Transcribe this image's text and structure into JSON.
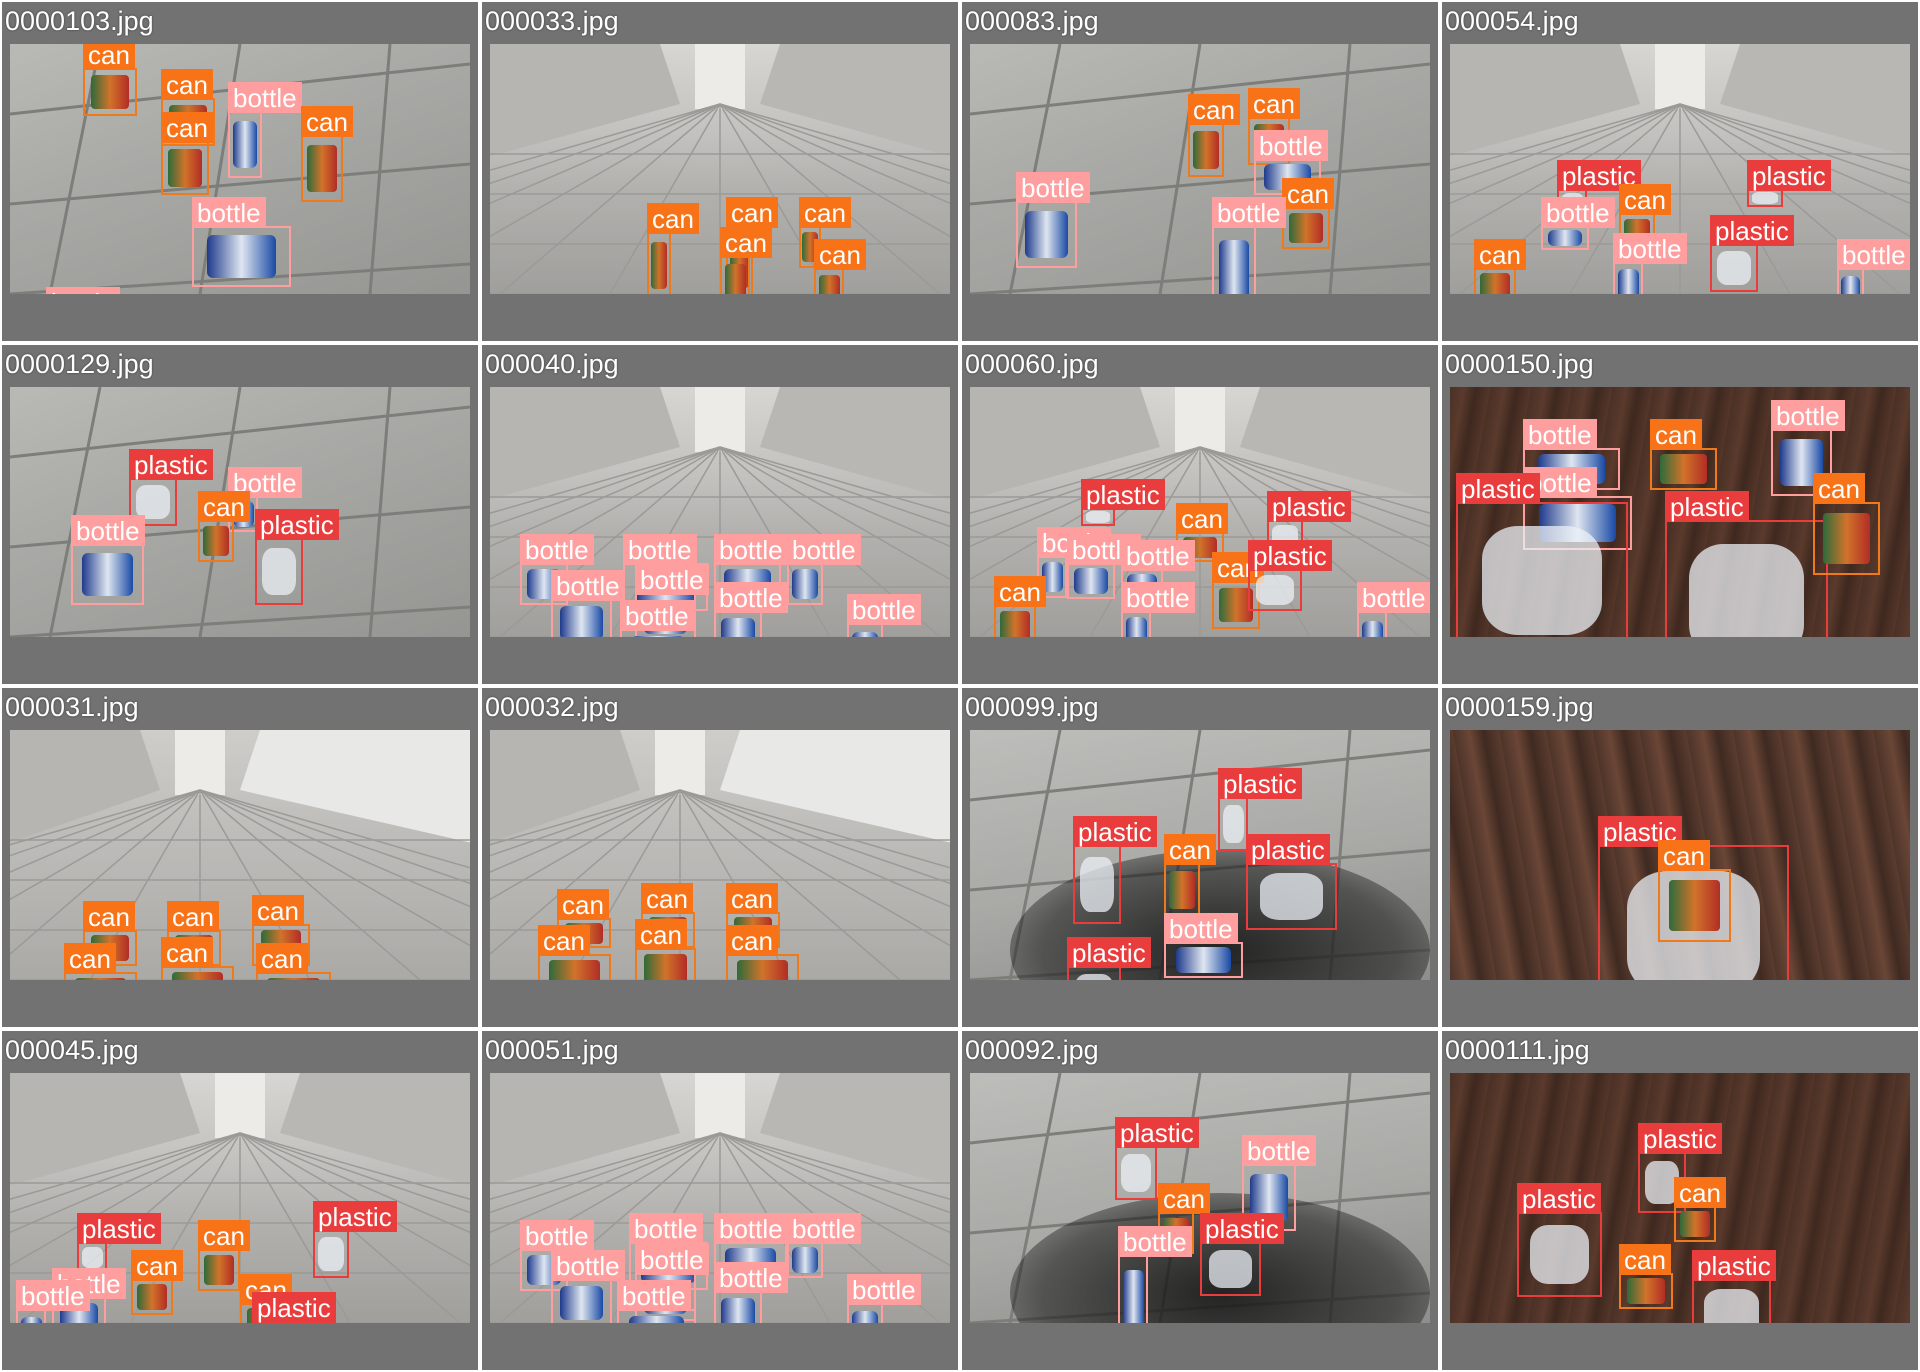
{
  "colors": {
    "tile_bg": "#727272",
    "can": "#f87217",
    "can_border": "#ef7a1c",
    "bottle": "#ff9e9e",
    "bottle_border": "#ff9e9e",
    "plastic": "#e93d3d",
    "plastic_border": "#e93d3d",
    "bottle_label_text": "#ffffff"
  },
  "tiles": [
    {
      "title": "0000103.jpg",
      "scene": "tiles",
      "dets": [
        {
          "c": "can",
          "b": [
            60,
            20,
            45,
            40
          ]
        },
        {
          "c": "can",
          "b": [
            125,
            45,
            45,
            40
          ]
        },
        {
          "c": "can",
          "b": [
            125,
            80,
            40,
            45
          ]
        },
        {
          "c": "bottle",
          "b": [
            180,
            55,
            28,
            55
          ]
        },
        {
          "c": "can",
          "b": [
            240,
            75,
            35,
            55
          ]
        },
        {
          "c": "bottle",
          "b": [
            150,
            150,
            82,
            50
          ]
        },
        {
          "c": "bottle",
          "b": [
            30,
            225,
            100,
            22
          ]
        }
      ]
    },
    {
      "title": "000033.jpg",
      "scene": "corridor",
      "dets": [
        {
          "c": "can",
          "b": [
            130,
            155,
            20,
            55
          ]
        },
        {
          "c": "can",
          "b": [
            195,
            150,
            22,
            60
          ]
        },
        {
          "c": "can",
          "b": [
            255,
            150,
            18,
            35
          ]
        },
        {
          "c": "can",
          "b": [
            268,
            185,
            25,
            40
          ]
        },
        {
          "c": "can",
          "b": [
            190,
            175,
            25,
            45
          ]
        }
      ]
    },
    {
      "title": "000083.jpg",
      "scene": "tiles",
      "dets": [
        {
          "c": "can",
          "b": [
            180,
            65,
            30,
            45
          ]
        },
        {
          "c": "can",
          "b": [
            230,
            60,
            35,
            40
          ]
        },
        {
          "c": "bottle",
          "b": [
            235,
            95,
            55,
            30
          ]
        },
        {
          "c": "can",
          "b": [
            258,
            135,
            40,
            35
          ]
        },
        {
          "c": "bottle",
          "b": [
            38,
            130,
            50,
            55
          ]
        },
        {
          "c": "bottle",
          "b": [
            200,
            150,
            36,
            75
          ]
        }
      ]
    },
    {
      "title": "000054.jpg",
      "scene": "corridor",
      "dets": [
        {
          "c": "plastic",
          "b": [
            88,
            120,
            25,
            20
          ]
        },
        {
          "c": "can",
          "b": [
            140,
            140,
            30,
            35
          ]
        },
        {
          "c": "plastic",
          "b": [
            215,
            165,
            40,
            40
          ]
        },
        {
          "c": "plastic",
          "b": [
            245,
            120,
            30,
            15
          ]
        },
        {
          "c": "bottle",
          "b": [
            135,
            180,
            25,
            40
          ]
        },
        {
          "c": "can",
          "b": [
            20,
            185,
            35,
            30
          ]
        },
        {
          "c": "bottle",
          "b": [
            320,
            185,
            22,
            45
          ]
        },
        {
          "c": "bottle",
          "b": [
            75,
            150,
            40,
            20
          ]
        }
      ]
    },
    {
      "title": "0000129.jpg",
      "scene": "tiles",
      "dets": [
        {
          "c": "plastic",
          "b": [
            98,
            75,
            40,
            40
          ]
        },
        {
          "c": "bottle",
          "b": [
            180,
            90,
            25,
            30
          ]
        },
        {
          "c": "can",
          "b": [
            155,
            110,
            30,
            35
          ]
        },
        {
          "c": "plastic",
          "b": [
            202,
            125,
            40,
            55
          ]
        },
        {
          "c": "bottle",
          "b": [
            50,
            130,
            60,
            50
          ]
        }
      ]
    },
    {
      "title": "000040.jpg",
      "scene": "corridor",
      "dets": [
        {
          "c": "bottle",
          "b": [
            25,
            145,
            40,
            35
          ]
        },
        {
          "c": "bottle",
          "b": [
            50,
            175,
            50,
            40
          ]
        },
        {
          "c": "bottle",
          "b": [
            110,
            145,
            70,
            40
          ]
        },
        {
          "c": "bottle",
          "b": [
            120,
            170,
            50,
            40
          ]
        },
        {
          "c": "bottle",
          "b": [
            185,
            145,
            55,
            35
          ]
        },
        {
          "c": "bottle",
          "b": [
            245,
            145,
            30,
            35
          ]
        },
        {
          "c": "bottle",
          "b": [
            185,
            185,
            40,
            40
          ]
        },
        {
          "c": "bottle",
          "b": [
            107,
            200,
            63,
            40
          ]
        },
        {
          "c": "bottle",
          "b": [
            295,
            195,
            30,
            50
          ]
        }
      ]
    },
    {
      "title": "000060.jpg",
      "scene": "corridor",
      "dets": [
        {
          "c": "plastic",
          "b": [
            92,
            100,
            28,
            15
          ]
        },
        {
          "c": "can",
          "b": [
            170,
            120,
            40,
            25
          ]
        },
        {
          "c": "plastic",
          "b": [
            245,
            110,
            30,
            25
          ]
        },
        {
          "c": "bottle",
          "b": [
            55,
            140,
            25,
            35
          ]
        },
        {
          "c": "bottle",
          "b": [
            80,
            145,
            40,
            30
          ]
        },
        {
          "c": "bottle",
          "b": [
            125,
            150,
            35,
            30
          ]
        },
        {
          "c": "can",
          "b": [
            200,
            160,
            40,
            40
          ]
        },
        {
          "c": "plastic",
          "b": [
            230,
            150,
            45,
            35
          ]
        },
        {
          "c": "bottle",
          "b": [
            125,
            185,
            25,
            35
          ]
        },
        {
          "c": "can",
          "b": [
            20,
            180,
            35,
            35
          ]
        },
        {
          "c": "bottle",
          "b": [
            320,
            185,
            25,
            55
          ]
        }
      ]
    },
    {
      "title": "0000150.jpg",
      "scene": "wood",
      "dets": [
        {
          "c": "bottle",
          "b": [
            60,
            50,
            80,
            35
          ]
        },
        {
          "c": "can",
          "b": [
            165,
            50,
            55,
            35
          ]
        },
        {
          "c": "bottle",
          "b": [
            265,
            35,
            50,
            55
          ]
        },
        {
          "c": "bottle",
          "b": [
            60,
            90,
            90,
            45
          ]
        },
        {
          "c": "plastic",
          "b": [
            5,
            95,
            142,
            130
          ]
        },
        {
          "c": "plastic",
          "b": [
            178,
            110,
            135,
            135
          ]
        },
        {
          "c": "can",
          "b": [
            300,
            95,
            55,
            60
          ]
        }
      ]
    },
    {
      "title": "000031.jpg",
      "scene": "corridor_right",
      "dets": [
        {
          "c": "can",
          "b": [
            60,
            165,
            45,
            30
          ]
        },
        {
          "c": "can",
          "b": [
            130,
            165,
            45,
            30
          ]
        },
        {
          "c": "can",
          "b": [
            200,
            160,
            48,
            35
          ]
        },
        {
          "c": "can",
          "b": [
            45,
            200,
            60,
            35
          ]
        },
        {
          "c": "can",
          "b": [
            125,
            195,
            60,
            35
          ]
        },
        {
          "c": "can",
          "b": [
            203,
            200,
            62,
            35
          ]
        }
      ]
    },
    {
      "title": "000032.jpg",
      "scene": "corridor_right",
      "dets": [
        {
          "c": "can",
          "b": [
            55,
            155,
            45,
            25
          ]
        },
        {
          "c": "can",
          "b": [
            125,
            150,
            45,
            30
          ]
        },
        {
          "c": "can",
          "b": [
            195,
            150,
            45,
            30
          ]
        },
        {
          "c": "can",
          "b": [
            40,
            185,
            60,
            35
          ]
        },
        {
          "c": "can",
          "b": [
            120,
            180,
            50,
            35
          ]
        },
        {
          "c": "can",
          "b": [
            195,
            185,
            60,
            35
          ]
        }
      ]
    },
    {
      "title": "000099.jpg",
      "scene": "shadow",
      "dets": [
        {
          "c": "plastic",
          "b": [
            205,
            55,
            25,
            45
          ]
        },
        {
          "c": "plastic",
          "b": [
            85,
            95,
            40,
            65
          ]
        },
        {
          "c": "can",
          "b": [
            160,
            110,
            30,
            45
          ]
        },
        {
          "c": "plastic",
          "b": [
            228,
            110,
            75,
            55
          ]
        },
        {
          "c": "bottle",
          "b": [
            160,
            175,
            65,
            30
          ]
        },
        {
          "c": "plastic",
          "b": [
            80,
            195,
            45,
            45
          ]
        }
      ]
    },
    {
      "title": "0000159.jpg",
      "scene": "wood2",
      "dets": [
        {
          "c": "plastic",
          "b": [
            122,
            95,
            158,
            145
          ]
        },
        {
          "c": "can",
          "b": [
            172,
            115,
            60,
            60
          ]
        }
      ]
    },
    {
      "title": "000045.jpg",
      "scene": "corridor",
      "dets": [
        {
          "c": "plastic",
          "b": [
            55,
            140,
            25,
            25
          ]
        },
        {
          "c": "can",
          "b": [
            155,
            145,
            35,
            35
          ]
        },
        {
          "c": "plastic",
          "b": [
            250,
            130,
            30,
            40
          ]
        },
        {
          "c": "can",
          "b": [
            100,
            170,
            35,
            30
          ]
        },
        {
          "c": "bottle",
          "b": [
            35,
            185,
            45,
            35
          ]
        },
        {
          "c": "bottle",
          "b": [
            5,
            195,
            25,
            45
          ]
        },
        {
          "c": "can",
          "b": [
            190,
            190,
            40,
            30
          ]
        },
        {
          "c": "plastic",
          "b": [
            200,
            205,
            50,
            45
          ]
        }
      ]
    },
    {
      "title": "000051.jpg",
      "scene": "corridor",
      "dets": [
        {
          "c": "bottle",
          "b": [
            25,
            145,
            40,
            35
          ]
        },
        {
          "c": "bottle",
          "b": [
            50,
            170,
            50,
            40
          ]
        },
        {
          "c": "bottle",
          "b": [
            115,
            140,
            65,
            40
          ]
        },
        {
          "c": "bottle",
          "b": [
            120,
            165,
            50,
            40
          ]
        },
        {
          "c": "bottle",
          "b": [
            185,
            140,
            60,
            35
          ]
        },
        {
          "c": "bottle",
          "b": [
            245,
            140,
            30,
            30
          ]
        },
        {
          "c": "bottle",
          "b": [
            185,
            180,
            40,
            40
          ]
        },
        {
          "c": "bottle",
          "b": [
            105,
            195,
            65,
            40
          ]
        },
        {
          "c": "bottle",
          "b": [
            295,
            190,
            30,
            45
          ]
        }
      ]
    },
    {
      "title": "000092.jpg",
      "scene": "shadow",
      "dets": [
        {
          "c": "plastic",
          "b": [
            120,
            60,
            35,
            45
          ]
        },
        {
          "c": "bottle",
          "b": [
            225,
            75,
            45,
            55
          ]
        },
        {
          "c": "can",
          "b": [
            155,
            115,
            30,
            35
          ]
        },
        {
          "c": "plastic",
          "b": [
            190,
            140,
            50,
            45
          ]
        },
        {
          "c": "bottle",
          "b": [
            122,
            150,
            25,
            85
          ]
        }
      ]
    },
    {
      "title": "0000111.jpg",
      "scene": "wood",
      "dets": [
        {
          "c": "plastic",
          "b": [
            155,
            65,
            40,
            50
          ]
        },
        {
          "c": "can",
          "b": [
            185,
            110,
            35,
            30
          ]
        },
        {
          "c": "plastic",
          "b": [
            55,
            115,
            70,
            70
          ]
        },
        {
          "c": "can",
          "b": [
            140,
            165,
            45,
            30
          ]
        },
        {
          "c": "plastic",
          "b": [
            200,
            170,
            65,
            55
          ]
        }
      ]
    }
  ]
}
